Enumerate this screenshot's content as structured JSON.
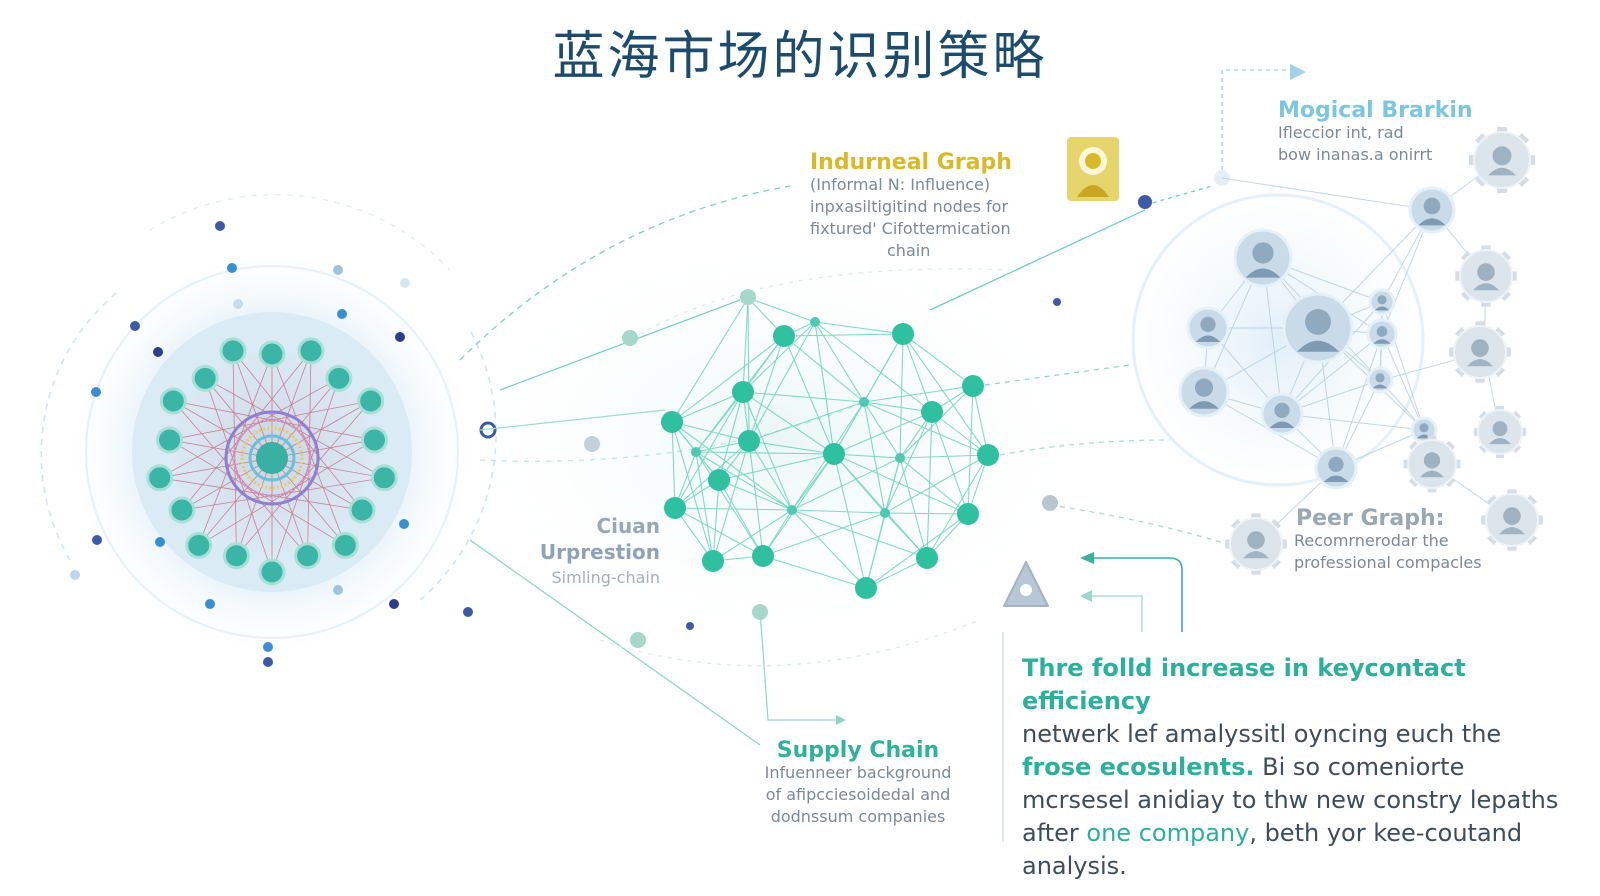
{
  "title": "蓝海市场的识别策略",
  "labels": {
    "informal_graph": {
      "heading": "Indurneal Graph",
      "lines": [
        "(Informal N: Influence)",
        "inpxasiltigitind nodes for",
        "fixtured' Cifottermication",
        "chain"
      ]
    },
    "mogical": {
      "heading": "Mogical Brarkin",
      "lines": [
        "Ifleccior int, rad",
        "bow inanas.a onirrt"
      ]
    },
    "peer_graph": {
      "heading": "Peer Graph:",
      "lines": [
        "Recomrnerodar the",
        "professional compacles"
      ]
    },
    "supply_chain": {
      "heading": "Supply Chain",
      "lines": [
        "Infuenneer background",
        "of afipcciesoidedal and",
        "dodnssum companies"
      ]
    },
    "ciuan": {
      "line1": "Ciuan",
      "line2": "Urprestion",
      "line3": "Simling-chain"
    }
  },
  "insight": {
    "head": "Thre folld increase in key",
    "head_accent": "contact efficiency",
    "t1": "netwerk lef amalyssitl oyncing euch the",
    "hl1": "frose ecosulents.",
    "t2": " Bi so comeniorte",
    "t3": "mcrsesel anidiay to thw new constry lepaths",
    "t4": "after ",
    "hl2": "one company",
    "t5": ", beth yor kee-coutand",
    "t6": "analysis."
  },
  "colors": {
    "title": "#1d4b6b",
    "teal": "#2bb09c",
    "mustard": "#d9b92a",
    "light_blue": "#7cc6e0",
    "grey_text": "#7a8a96"
  },
  "icons": [
    "hub-cluster",
    "mesh-network",
    "people-network",
    "person-avatar-icon",
    "gear-icon",
    "warning-icon"
  ]
}
